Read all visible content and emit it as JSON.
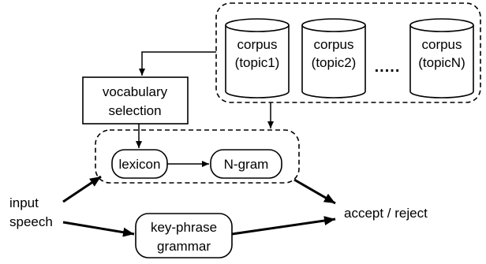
{
  "corpora": [
    {
      "line1": "corpus",
      "line2": "(topic1)"
    },
    {
      "line1": "corpus",
      "line2": "(topic2)"
    },
    {
      "line1": "corpus",
      "line2": "(topicN)"
    }
  ],
  "ellipsis": ".....",
  "vocab": {
    "line1": "vocabulary",
    "line2": "selection"
  },
  "lexicon": "lexicon",
  "ngram": "N-gram",
  "input": {
    "line1": "input",
    "line2": "speech"
  },
  "keyphrase": {
    "line1": "key-phrase",
    "line2": "grammar"
  },
  "output": "accept / reject"
}
